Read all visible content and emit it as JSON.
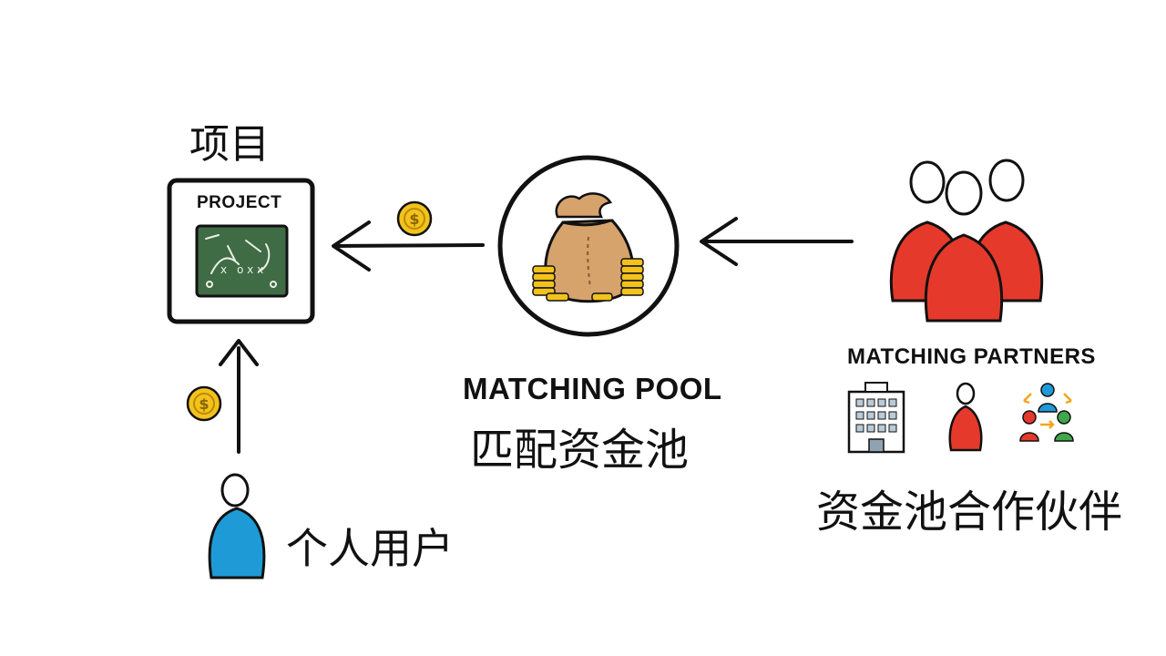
{
  "project": {
    "title_zh": "项目",
    "caption_en": "PROJECT"
  },
  "pool": {
    "label_en": "MATCHING POOL",
    "label_zh": "匹配资金池"
  },
  "partners": {
    "label_en": "MATCHING PARTNERS",
    "label_zh": "资金池合作伙伴",
    "icons": [
      "building-icon",
      "person-icon",
      "community-network-icon"
    ]
  },
  "user": {
    "label_zh": "个人用户"
  },
  "coin_symbol": "$",
  "colors": {
    "partner_red": "#e5392b",
    "user_blue": "#1e9bd7",
    "coin_gold": "#f3c21c",
    "bag_tan": "#d6a36d",
    "chalkboard_green": "#3f6b45",
    "ink": "#111111"
  }
}
